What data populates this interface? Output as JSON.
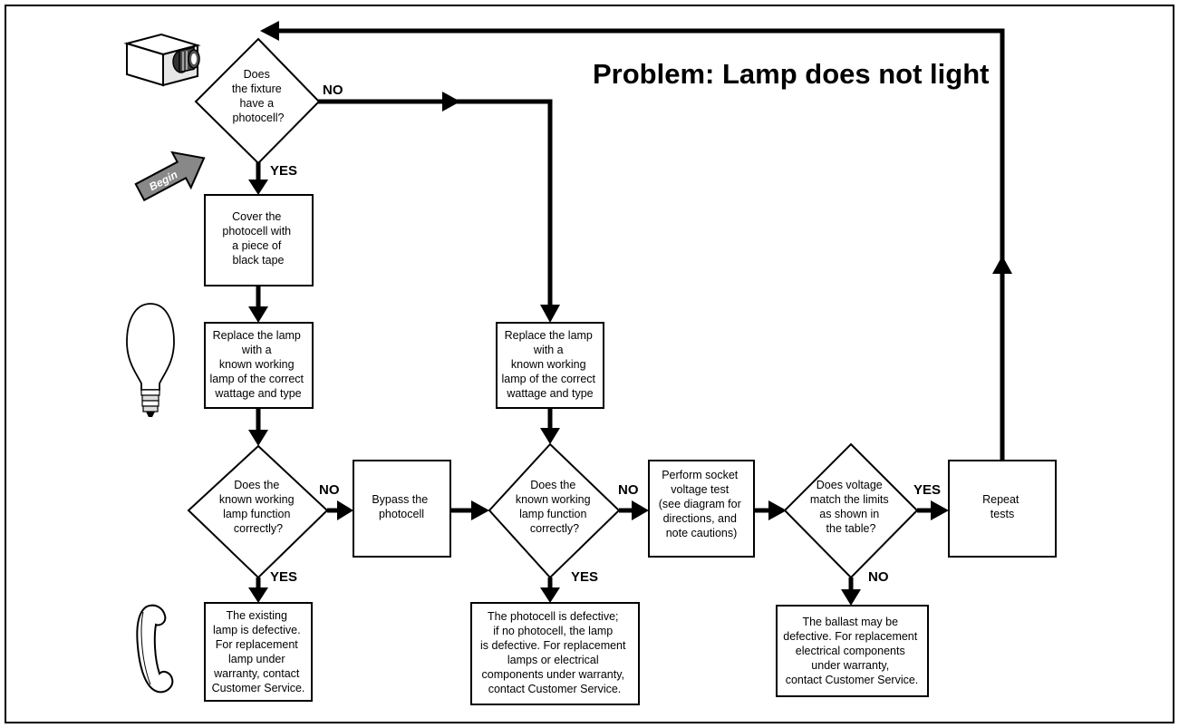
{
  "title": "Problem:  Lamp does not light",
  "begin_label": "Begin",
  "nodes": {
    "photocell_q": [
      "Does",
      "the fixture",
      "have a",
      "photocell?"
    ],
    "cover_photocell": [
      "Cover the",
      "photocell with",
      "a piece of",
      "black tape"
    ],
    "replace_lamp_left": [
      "Replace the lamp",
      "with a",
      "known working",
      "lamp of the correct",
      "wattage and type"
    ],
    "replace_lamp_mid": [
      "Replace the lamp",
      "with a",
      "known working",
      "lamp of the correct",
      "wattage and type"
    ],
    "works_q_left": [
      "Does the",
      "known working",
      "lamp function",
      "correctly?"
    ],
    "bypass_photocell": [
      "Bypass the",
      "photocell"
    ],
    "works_q_mid": [
      "Does the",
      "known working",
      "lamp function",
      "correctly?"
    ],
    "socket_test": [
      "Perform socket",
      "voltage test",
      "(see diagram for",
      "directions, and",
      "note cautions)"
    ],
    "voltage_q": [
      "Does voltage",
      "match the limits",
      "as shown in",
      "the table?"
    ],
    "repeat_tests": [
      "Repeat",
      "tests"
    ],
    "lamp_defective": [
      "The existing",
      "lamp is defective.",
      "For replacement",
      "lamp under",
      "warranty, contact",
      "Customer Service."
    ],
    "photocell_defective": [
      "The photocell is defective;",
      "if no photocell, the lamp",
      "is defective. For replacement",
      "lamps or electrical",
      "components under warranty,",
      "contact Customer Service."
    ],
    "ballast_defective": [
      "The ballast may be",
      "defective. For replacement",
      "electrical components",
      "under warranty,",
      "contact Customer Service."
    ]
  },
  "labels": {
    "q1_no": "NO",
    "q1_yes": "YES",
    "q2_no": "NO",
    "q2_yes": "YES",
    "q3_no": "NO",
    "q3_yes": "YES",
    "q4_yes": "YES",
    "q4_no": "NO"
  },
  "icons": [
    "camera-icon",
    "lightbulb-icon",
    "telephone-icon",
    "begin-arrow-icon"
  ]
}
